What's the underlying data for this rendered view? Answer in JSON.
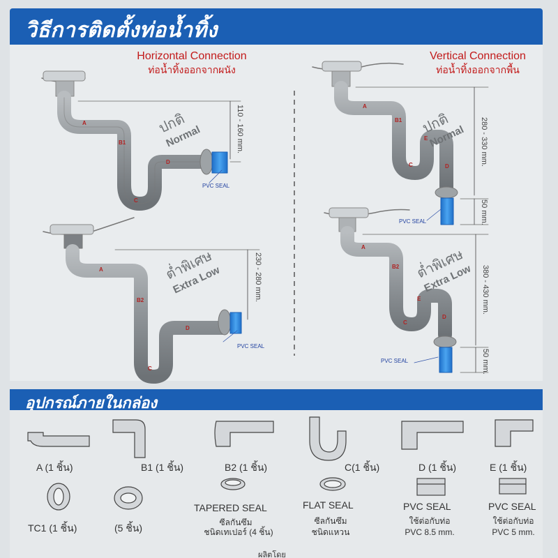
{
  "header": {
    "title": "วิธีการติดตั้งท่อน้ำทิ้ง"
  },
  "horizontal": {
    "title_en": "Horizontal Connection",
    "title_th": "ท่อน้ำทิ้งออกจากผนัง",
    "normal": {
      "label_th": "ปกติ",
      "label_en": "Normal",
      "dimension": "110 - 160 mm.",
      "seal_note": "PVC SEAL",
      "pipe_labels": [
        "A",
        "B1",
        "C",
        "D"
      ]
    },
    "extra_low": {
      "label_th": "ต่ำพิเศษ",
      "label_en": "Extra Low",
      "dimension": "230 - 280 mm.",
      "seal_note": "PVC SEAL",
      "pipe_labels": [
        "A",
        "B2",
        "C",
        "D"
      ]
    }
  },
  "vertical": {
    "title_en": "Vertical Connection",
    "title_th": "ท่อน้ำทิ้งออกจากพื้น",
    "normal": {
      "label_th": "ปกติ",
      "label_en": "Normal",
      "dimension": "280 - 330 mm.",
      "dimension_small": "50 mm.",
      "seal_note": "PVC SEAL",
      "pipe_labels": [
        "A",
        "B1",
        "C",
        "E",
        "D"
      ]
    },
    "extra_low": {
      "label_th": "ต่ำพิเศษ",
      "label_en": "Extra Low",
      "dimension": "380 - 430 mm.",
      "dimension_small": "50 mm.",
      "seal_note": "PVC SEAL",
      "pipe_labels": [
        "A",
        "B2",
        "C",
        "E",
        "D"
      ]
    }
  },
  "contents": {
    "title": "อุปกรณ์ภายในกล่อง",
    "row1": [
      {
        "name": "A",
        "qty": "(1 ชิ้น)"
      },
      {
        "name": "B1",
        "qty": "(1 ชิ้น)"
      },
      {
        "name": "B2",
        "qty": "(1 ชิ้น)"
      },
      {
        "name": "C",
        "qty": "(1 ชิ้น)"
      },
      {
        "name": "D",
        "qty": "(1 ชิ้น)"
      },
      {
        "name": "E",
        "qty": "(1 ชิ้น)"
      }
    ],
    "row2": [
      {
        "name": "TC1 (1 ชิ้น)",
        "sub1": "",
        "sub2": ""
      },
      {
        "name": "(5 ชิ้น)",
        "sub1": "",
        "sub2": ""
      },
      {
        "name": "TAPERED SEAL",
        "sub1": "ซีลกันซึม",
        "sub2": "ชนิดเทเปอร์ (4 ชิ้น)"
      },
      {
        "name": "FLAT SEAL",
        "sub1": "ซีลกันซึม",
        "sub2": "ชนิดแหวน"
      },
      {
        "name": "PVC SEAL",
        "sub1": "ใช้ต่อกับท่อ",
        "sub2": "PVC 8.5 mm."
      },
      {
        "name": "PVC SEAL",
        "sub1": "ใช้ต่อกับท่อ",
        "sub2": "PVC 5 mm."
      }
    ]
  },
  "footer": {
    "text": "ผลิตโดย"
  },
  "colors": {
    "banner": "#1b5fb4",
    "pipe": "#9a9fa3",
    "seal_blue": "#2f86e0",
    "title_red": "#c21a1a"
  }
}
